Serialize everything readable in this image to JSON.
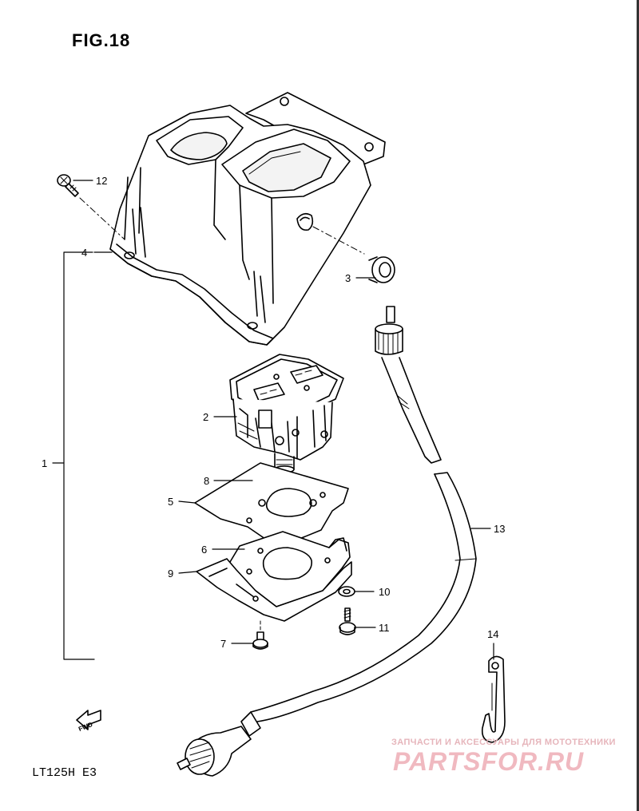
{
  "figure_title": "FIG.18",
  "model_code": "LT125H E3",
  "fwd_label": "FWD",
  "watermark": {
    "line1": "ЗАПЧАСТИ И АКСЕССУАРЫ ДЛЯ МОТОТЕХНИКИ",
    "line2": "PARTSFOR.RU"
  },
  "callouts": [
    {
      "id": "12",
      "label": "12"
    },
    {
      "id": "4",
      "label": "4"
    },
    {
      "id": "3",
      "label": "3"
    },
    {
      "id": "2",
      "label": "2"
    },
    {
      "id": "1",
      "label": "1"
    },
    {
      "id": "8",
      "label": "8"
    },
    {
      "id": "5",
      "label": "5"
    },
    {
      "id": "6",
      "label": "6"
    },
    {
      "id": "9",
      "label": "9"
    },
    {
      "id": "10",
      "label": "10"
    },
    {
      "id": "11",
      "label": "11"
    },
    {
      "id": "7",
      "label": "7"
    },
    {
      "id": "13",
      "label": "13"
    },
    {
      "id": "14",
      "label": "14"
    }
  ]
}
